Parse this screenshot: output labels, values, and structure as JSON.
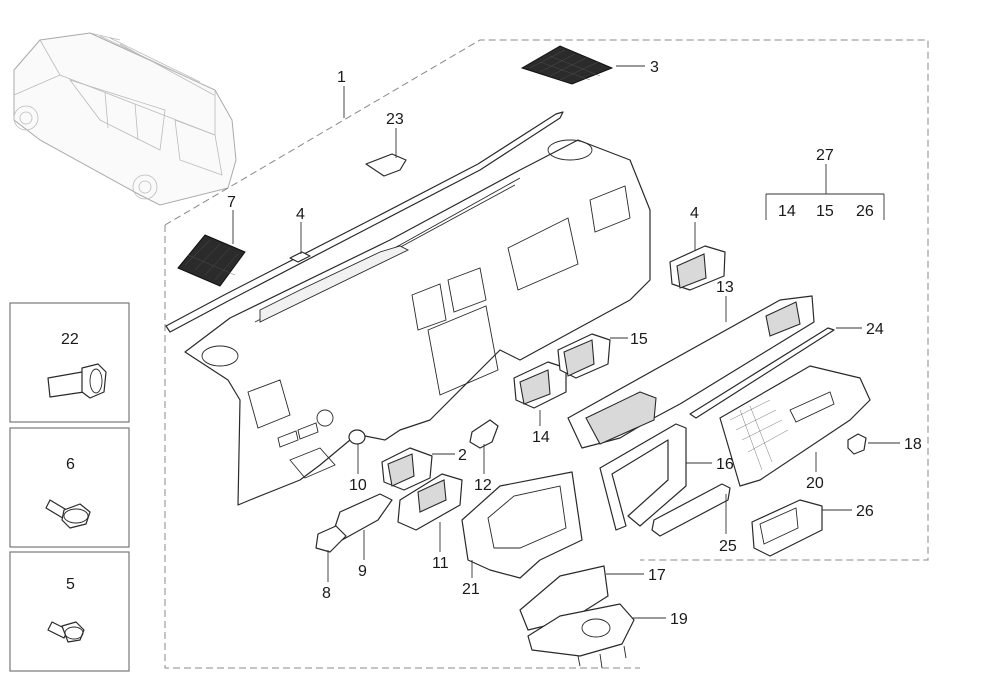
{
  "callouts": {
    "c1": "1",
    "c2": "2",
    "c3": "3",
    "c4a": "4",
    "c4b": "4",
    "c5": "5",
    "c6": "6",
    "c7": "7",
    "c8": "8",
    "c9": "9",
    "c10": "10",
    "c11": "11",
    "c12": "12",
    "c13": "13",
    "c14": "14",
    "c15": "15",
    "c16": "16",
    "c17": "17",
    "c18": "18",
    "c19": "19",
    "c20": "20",
    "c21": "21",
    "c22": "22",
    "c23": "23",
    "c24": "24",
    "c25": "25",
    "c26": "26"
  },
  "group_27": {
    "label": "27",
    "members": [
      "14",
      "15",
      "26"
    ]
  }
}
